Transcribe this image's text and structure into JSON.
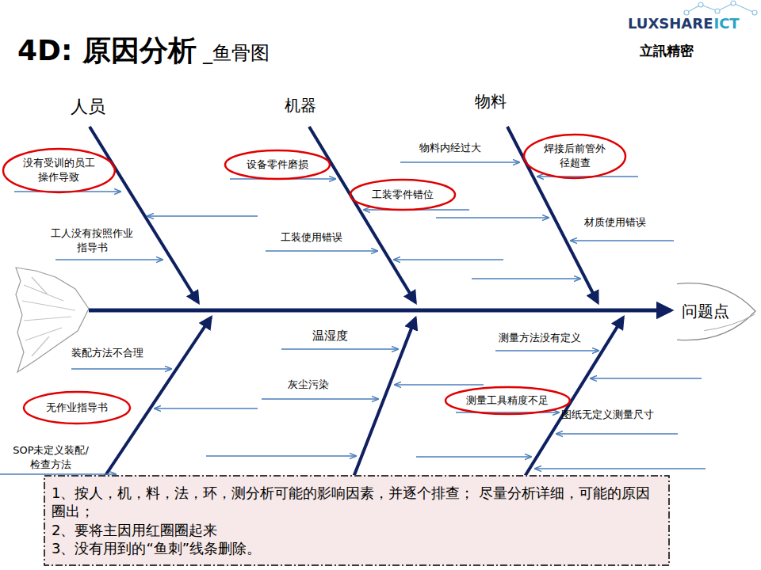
{
  "diagram": {
    "title": "4D: 原因分析",
    "nodes": [
      {
        "text": [
          "焊接后前管外径超查"
        ]
      },
      {
        "text": [
          "设备零件磨损"
        ]
      },
      {
        "text": [
          "没有受训的员工操作导致"
        ]
      },
      {
        "text": [
          "工装零件错位"
        ]
      },
      {
        "text": [
          "问题点"
        ]
      },
      {
        "text": [
          "测量工具精度不足"
        ]
      },
      {
        "text": [
          "无作业指导书"
        ]
      },
      {
        "text": [
          "1、按人，机，料，法，环，测分析可能的影响因素，并逐个排查； 尽量分析详细，可能的原因圈出；",
          "2、要将主因用红圈圈起来",
          "3、没有用到的“鱼刺”线条删除。"
        ]
      }
    ],
    "labels": [
      "_鱼骨图",
      "LUXSHARE",
      "ICT",
      "立訊精密",
      "人员",
      "机器",
      "物料",
      "物料内经过大",
      "工人没有按照作业指导书",
      "工装使用错误",
      "材质使用错误",
      "温湿度",
      "装配方法不合理",
      "灰尘污染",
      "测量方法没有定义",
      "图纸无定义测量尺寸",
      "SOP未定义装配/检查方法"
    ]
  }
}
